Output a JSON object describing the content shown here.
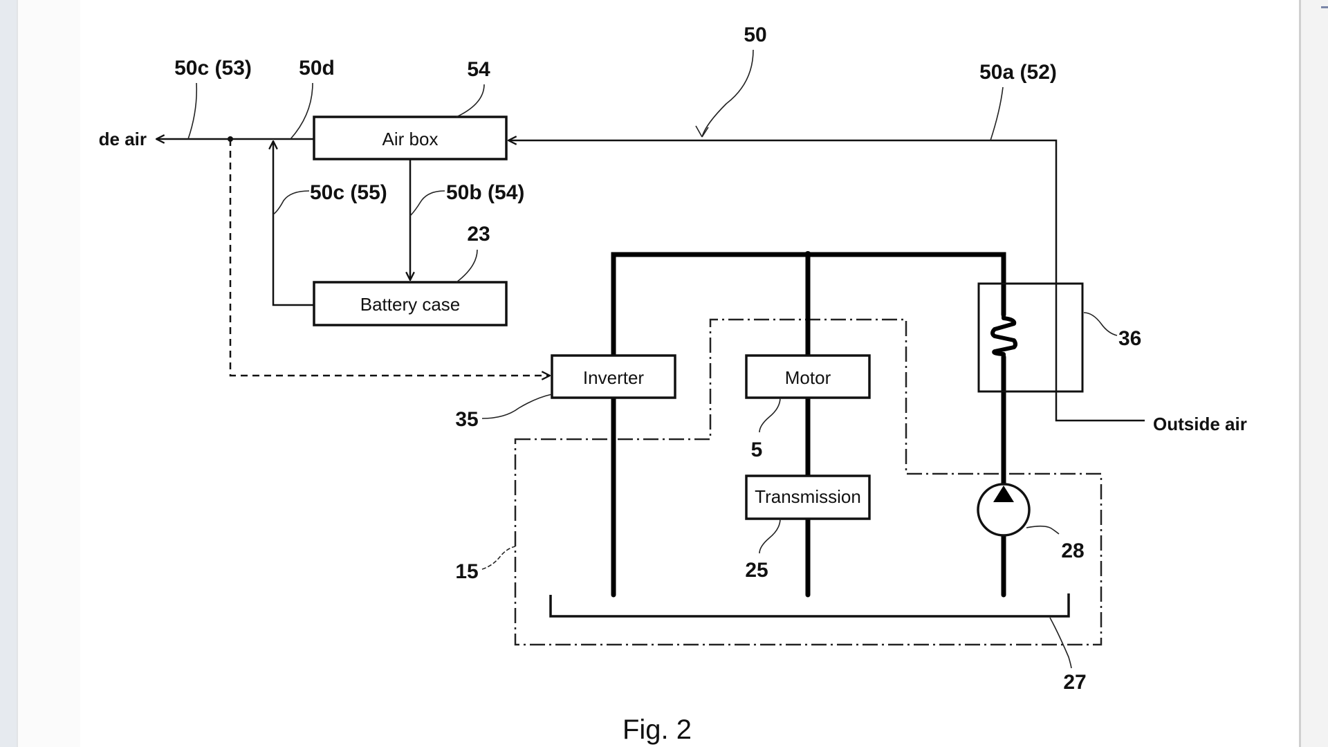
{
  "viewer": {
    "content_type": "patent figure"
  },
  "figure": {
    "caption": "Fig. 2",
    "components": {
      "air_box": {
        "label": "Air box",
        "ref": "54"
      },
      "battery_case": {
        "label": "Battery case",
        "ref": "23"
      },
      "inverter": {
        "label": "Inverter",
        "ref": "35"
      },
      "motor": {
        "label": "Motor",
        "ref": "5"
      },
      "transmission": {
        "label": "Transmission",
        "ref": "25"
      },
      "heater": {
        "ref": "36"
      },
      "pump": {
        "ref": "28"
      },
      "oil_pan": {
        "ref": "27"
      },
      "housing_boundary": {
        "ref": "15"
      }
    },
    "duct_labels": {
      "duct_system": "50",
      "intake_duct": "50a (52)",
      "supply_duct": "50b (54)",
      "return_duct": "50c (55)",
      "exhaust_duct": "50c (53)",
      "bypass_duct": "50d"
    },
    "flow_labels": {
      "outlet": "de air",
      "inlet": "Outside air"
    }
  }
}
